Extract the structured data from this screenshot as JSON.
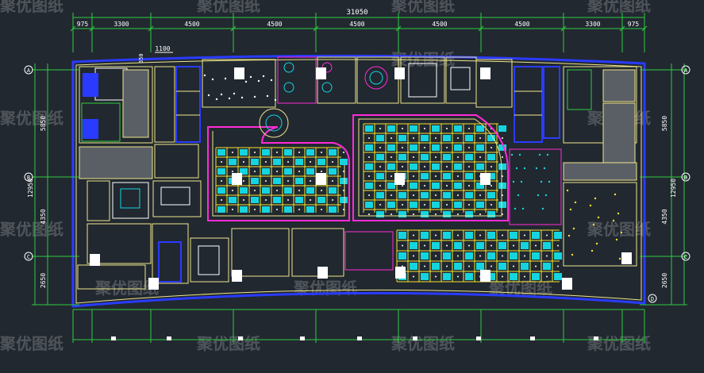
{
  "drawing": {
    "overall_dimension": "31050",
    "top_dimensions": [
      "975",
      "3300",
      "4500",
      "4500",
      "4500",
      "4500",
      "4500",
      "3300",
      "975"
    ],
    "left_total": "12950",
    "left_dimensions": [
      "5850",
      "4350",
      "2650"
    ],
    "right_total": "12950",
    "right_dimensions": [
      "5850",
      "4350",
      "2650"
    ],
    "top_ruler_label": "1100",
    "small_label": "350",
    "grid_markers_left": [
      "A",
      "B",
      "C"
    ],
    "grid_markers_right": [
      "A",
      "B",
      "C",
      "D"
    ]
  },
  "watermark": {
    "text": "聚优图纸"
  },
  "colors": {
    "background": "#212830",
    "dimension": "#2ecc40",
    "wall": "#f0e68c",
    "outline": "#2a3bff",
    "ceiling_grid": "#f5e431",
    "light_panel": "#15d4e0",
    "accent": "#ff2bd6",
    "fixture": "#ffffff"
  }
}
